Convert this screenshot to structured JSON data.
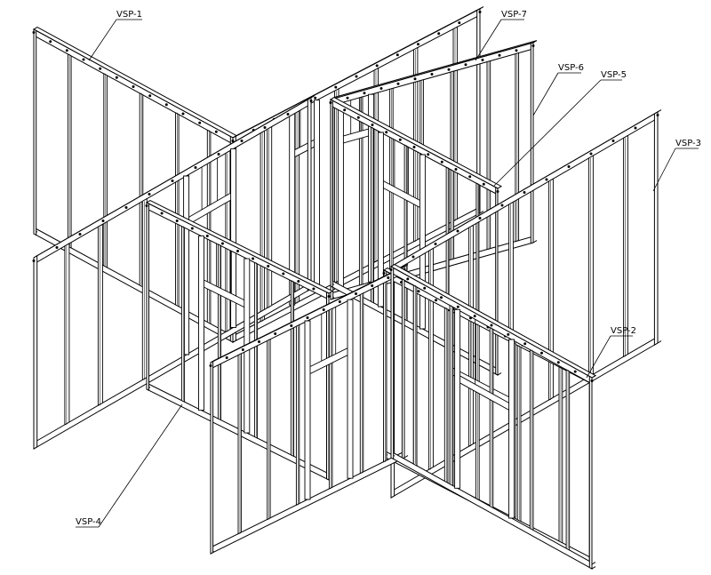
{
  "drawing": {
    "stroke_color": "#000000",
    "background": "#ffffff",
    "panel_labels": [
      {
        "key": "vsp1",
        "text": "VSP-1"
      },
      {
        "key": "vsp7",
        "text": "VSP-7"
      },
      {
        "key": "vsp6",
        "text": "VSP-6"
      },
      {
        "key": "vsp5",
        "text": "VSP-5"
      },
      {
        "key": "vsp3",
        "text": "VSP-3"
      },
      {
        "key": "vsp2",
        "text": "VSP-2"
      },
      {
        "key": "vsp4",
        "text": "VSP-4"
      }
    ]
  }
}
